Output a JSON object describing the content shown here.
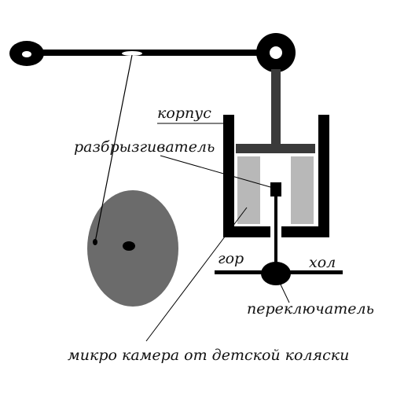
{
  "labels": {
    "housing": "корпус",
    "sprayer": "разбрызгиватель",
    "hot": "гор",
    "cold": "хол",
    "switch": "переключатель",
    "camera": "микро камера от детской коляски"
  },
  "colors": {
    "background": "#ffffff",
    "ink": "#000000",
    "piston": "#3a3a3a",
    "liner": "#b8b8b8",
    "chamber": "#6b6b6b",
    "valve_hole": "#ffffff"
  }
}
